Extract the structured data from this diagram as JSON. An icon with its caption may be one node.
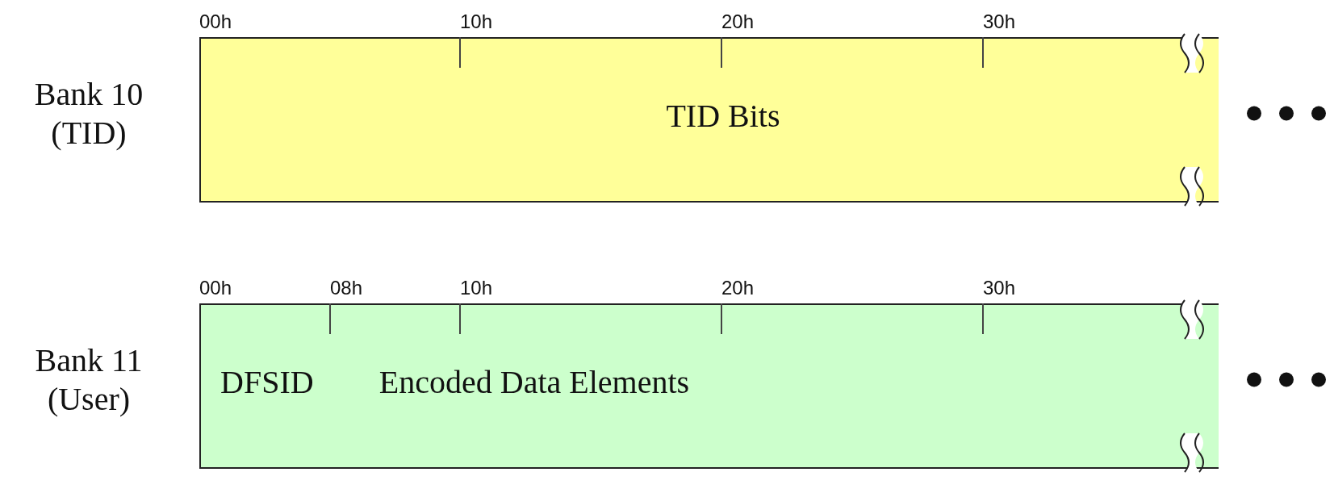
{
  "diagram": {
    "nodes": [
      {
        "text": [
          "TID Bits"
        ],
        "beside": [
          "Bank 10 (TID)"
        ]
      },
      {
        "text": [
          "DFSID",
          "Encoded Data Elements"
        ],
        "beside": [
          "Bank 11 (User)"
        ]
      }
    ],
    "labels": [
      "00h",
      "10h",
      "20h",
      "30h",
      "00h",
      "08h",
      "10h",
      "20h",
      "30h"
    ]
  }
}
